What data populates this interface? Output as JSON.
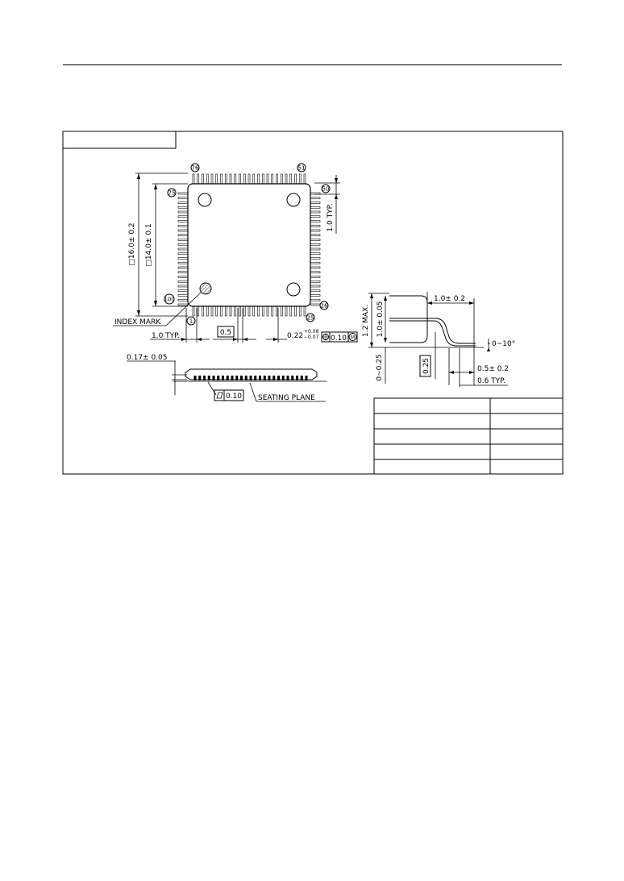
{
  "drawing": {
    "pin_numbers": {
      "p76": "76",
      "p51": "51",
      "p50": "50",
      "p75": "75",
      "p100": "100",
      "p26": "26",
      "p25": "25",
      "p1": "1"
    },
    "dimensions": {
      "outer": "□16.0± 0.2",
      "inner": "□14.0± 0.1",
      "lead_pitch_typ_right": "1.0 TYP.",
      "index_mark": "INDEX MARK",
      "lead_pitch_typ_left": "1.0 TYP.",
      "pitch": "0.5",
      "lead_width": "0.22",
      "lead_width_plus": "+0.08",
      "lead_width_minus": "−0.07",
      "position_tol": "0.10",
      "position_mod": "M",
      "lead_thickness": "0.17± 0.05",
      "coplanarity": "0.10",
      "seating_plane": "SEATING PLANE",
      "height_max": "1.2 MAX.",
      "body_thickness": "1.0± 0.05",
      "lead_length": "1.0± 0.2",
      "angle": "0~10°",
      "standoff": "0~0.25",
      "gauge": "0.25",
      "foot_length": "0.5± 0.2",
      "foot_typ": "0.6 TYP."
    }
  }
}
